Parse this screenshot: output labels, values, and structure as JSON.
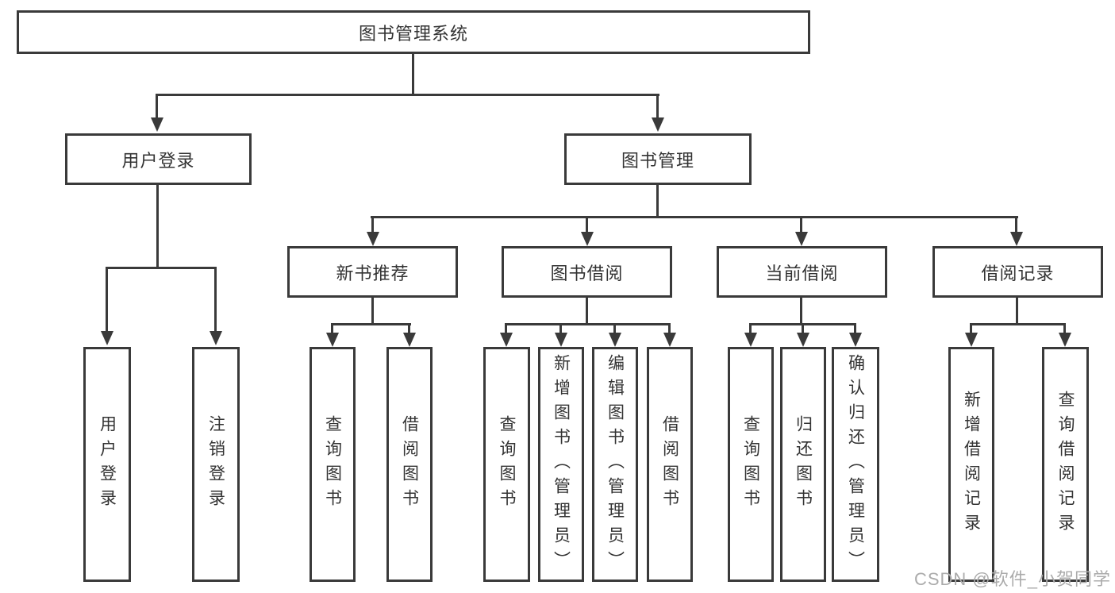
{
  "colors": {
    "line": "#3a3a3a",
    "text": "#333333",
    "watermark": "#ababab",
    "background": "#ffffff"
  },
  "page": {
    "watermark": "CSDN @软件_小贺同学"
  },
  "diagram": {
    "root": "图书管理系统",
    "level2": {
      "user_login": "用户登录",
      "book_mgmt": "图书管理"
    },
    "level3": {
      "new_books": "新书推荐",
      "book_borrow": "图书借阅",
      "current_borrow": "当前借阅",
      "borrow_records": "借阅记录"
    },
    "leaves": {
      "login": "用户登录",
      "logout": "注销登录",
      "nb_query": "查询图书",
      "nb_borrow": "借阅图书",
      "bb_query": "查询图书",
      "bb_add": "新增图书（管理员）",
      "bb_edit": "编辑图书（管理员）",
      "bb_borrow": "借阅图书",
      "cb_query": "查询图书",
      "cb_return": "归还图书",
      "cb_confirm": "确认归还（管理员）",
      "br_add": "新增借阅记录",
      "br_query": "查询借阅记录"
    }
  }
}
